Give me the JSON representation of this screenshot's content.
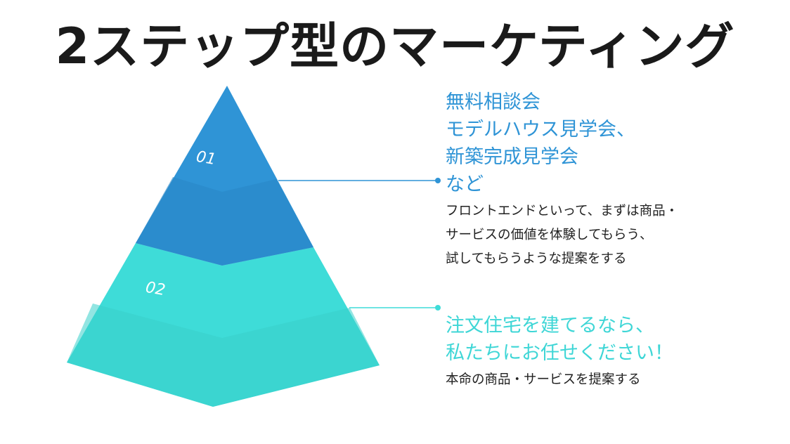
{
  "title": "2ステップ型のマーケティング",
  "colors": {
    "level1": "#2f94d6",
    "level1_shade": "#2a87c6",
    "level2": "#3edcd8",
    "level2_shade": "#38cfcb",
    "heading1": "#2f94d6",
    "heading2": "#3ed6d6",
    "title": "#1a1a1a",
    "body_text": "#222222"
  },
  "pyramid": {
    "level1_label": "01",
    "level2_label": "02"
  },
  "step1": {
    "heading_lines": [
      "無料相談会",
      "モデルハウス見学会、",
      "新築完成見学会",
      "など"
    ],
    "desc_lines": [
      "フロントエンドといって、まずは商品・",
      "サービスの価値を体験してもらう、",
      "試してもらうような提案をする"
    ]
  },
  "step2": {
    "heading_lines": [
      "注文住宅を建てるなら、",
      "私たちにお任せください！"
    ],
    "desc_lines": [
      "本命の商品・サービスを提案する"
    ]
  }
}
